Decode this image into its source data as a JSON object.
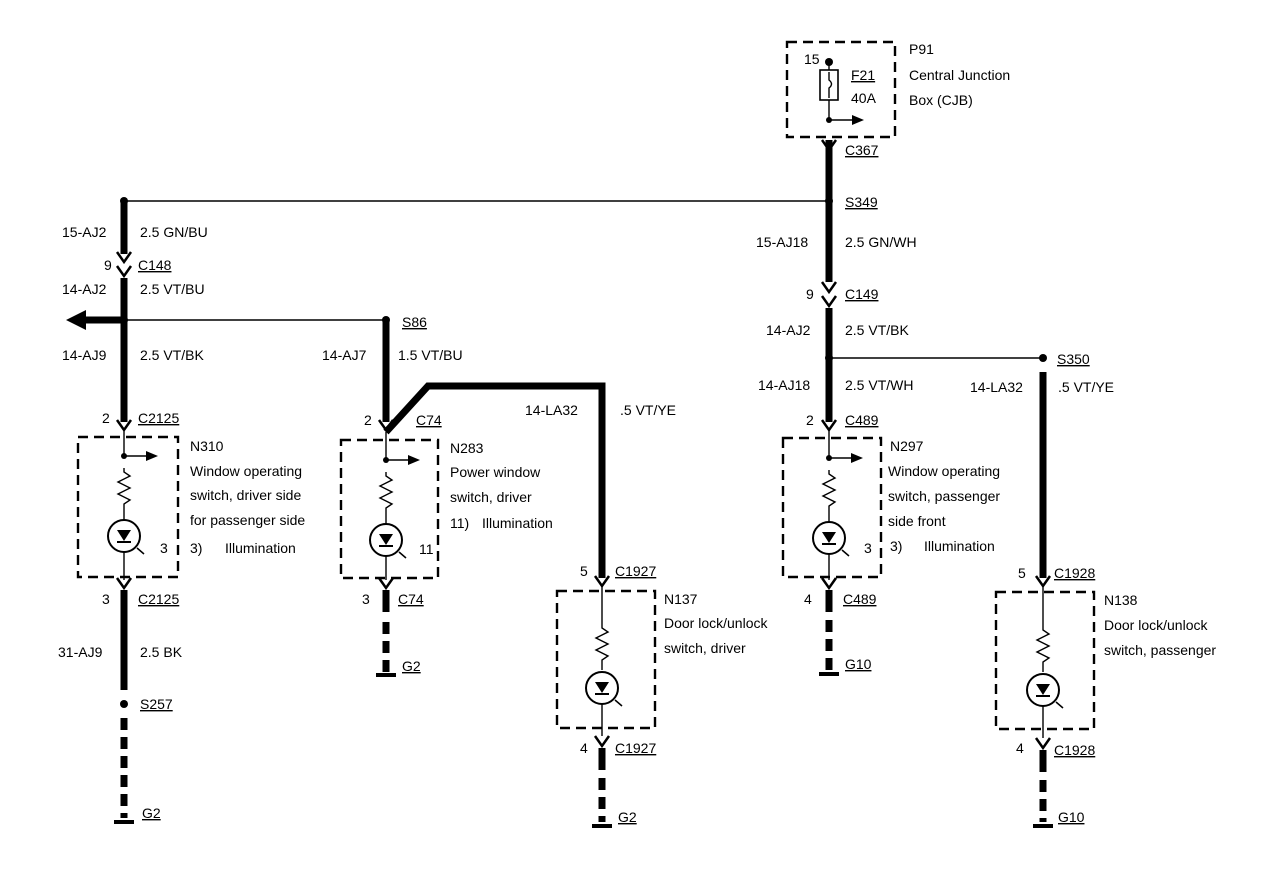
{
  "p91": {
    "id": "P91",
    "name_line1": "Central Junction",
    "name_line2": "Box (CJB)",
    "pin": "15",
    "fuse": "F21",
    "rating": "40A"
  },
  "connectors": {
    "c367": "C367",
    "c148": {
      "pin": "9",
      "name": "C148"
    },
    "c149": {
      "pin": "9",
      "name": "C149"
    },
    "c2125_top": {
      "pin": "2",
      "name": "C2125"
    },
    "c2125_bot": {
      "pin": "3",
      "name": "C2125"
    },
    "c74_top": {
      "pin": "2",
      "name": "C74"
    },
    "c74_bot": {
      "pin": "3",
      "name": "C74"
    },
    "c489_top": {
      "pin": "2",
      "name": "C489"
    },
    "c489_bot": {
      "pin": "4",
      "name": "C489"
    },
    "c1927_top": {
      "pin": "5",
      "name": "C1927"
    },
    "c1927_bot": {
      "pin": "4",
      "name": "C1927"
    },
    "c1928_top": {
      "pin": "5",
      "name": "C1928"
    },
    "c1928_bot": {
      "pin": "4",
      "name": "C1928"
    }
  },
  "splices": {
    "s349": "S349",
    "s86": "S86",
    "s350": "S350",
    "s257": "S257"
  },
  "wires": {
    "w1": {
      "circuit": "15-AJ2",
      "spec": "2.5 GN/BU"
    },
    "w2": {
      "circuit": "14-AJ2",
      "spec": "2.5 VT/BU"
    },
    "w3": {
      "circuit": "14-AJ9",
      "spec": "2.5 VT/BK"
    },
    "w4": {
      "circuit": "14-AJ7",
      "spec": "1.5 VT/BU"
    },
    "w5": {
      "circuit": "14-LA32",
      "spec": ".5 VT/YE"
    },
    "w6": {
      "circuit": "31-AJ9",
      "spec": "2.5 BK"
    },
    "w7": {
      "circuit": "15-AJ18",
      "spec": "2.5 GN/WH"
    },
    "w8": {
      "circuit": "14-AJ2",
      "spec": "2.5 VT/BK"
    },
    "w9": {
      "circuit": "14-AJ18",
      "spec": "2.5 VT/WH"
    },
    "w10": {
      "circuit": "14-LA32",
      "spec": ".5 VT/YE"
    }
  },
  "components": {
    "n310": {
      "id": "N310",
      "line1": "Window operating",
      "line2": "switch, driver side",
      "line3": "for passenger side",
      "pin_num": "3",
      "note": "3)",
      "function": "Illumination"
    },
    "n283": {
      "id": "N283",
      "line1": "Power window",
      "line2": "switch, driver",
      "pin_num": "11",
      "note": "11)",
      "function": "Illumination"
    },
    "n297": {
      "id": "N297",
      "line1": "Window operating",
      "line2": "switch, passenger",
      "line3": "side front",
      "pin_num": "3",
      "note": "3)",
      "function": "Illumination"
    },
    "n137": {
      "id": "N137",
      "line1": "Door lock/unlock",
      "line2": "switch, driver"
    },
    "n138": {
      "id": "N138",
      "line1": "Door lock/unlock",
      "line2": "switch, passenger"
    }
  },
  "grounds": {
    "g2_a": "G2",
    "g2_b": "G2",
    "g2_c": "G2",
    "g10_a": "G10",
    "g10_b": "G10"
  }
}
